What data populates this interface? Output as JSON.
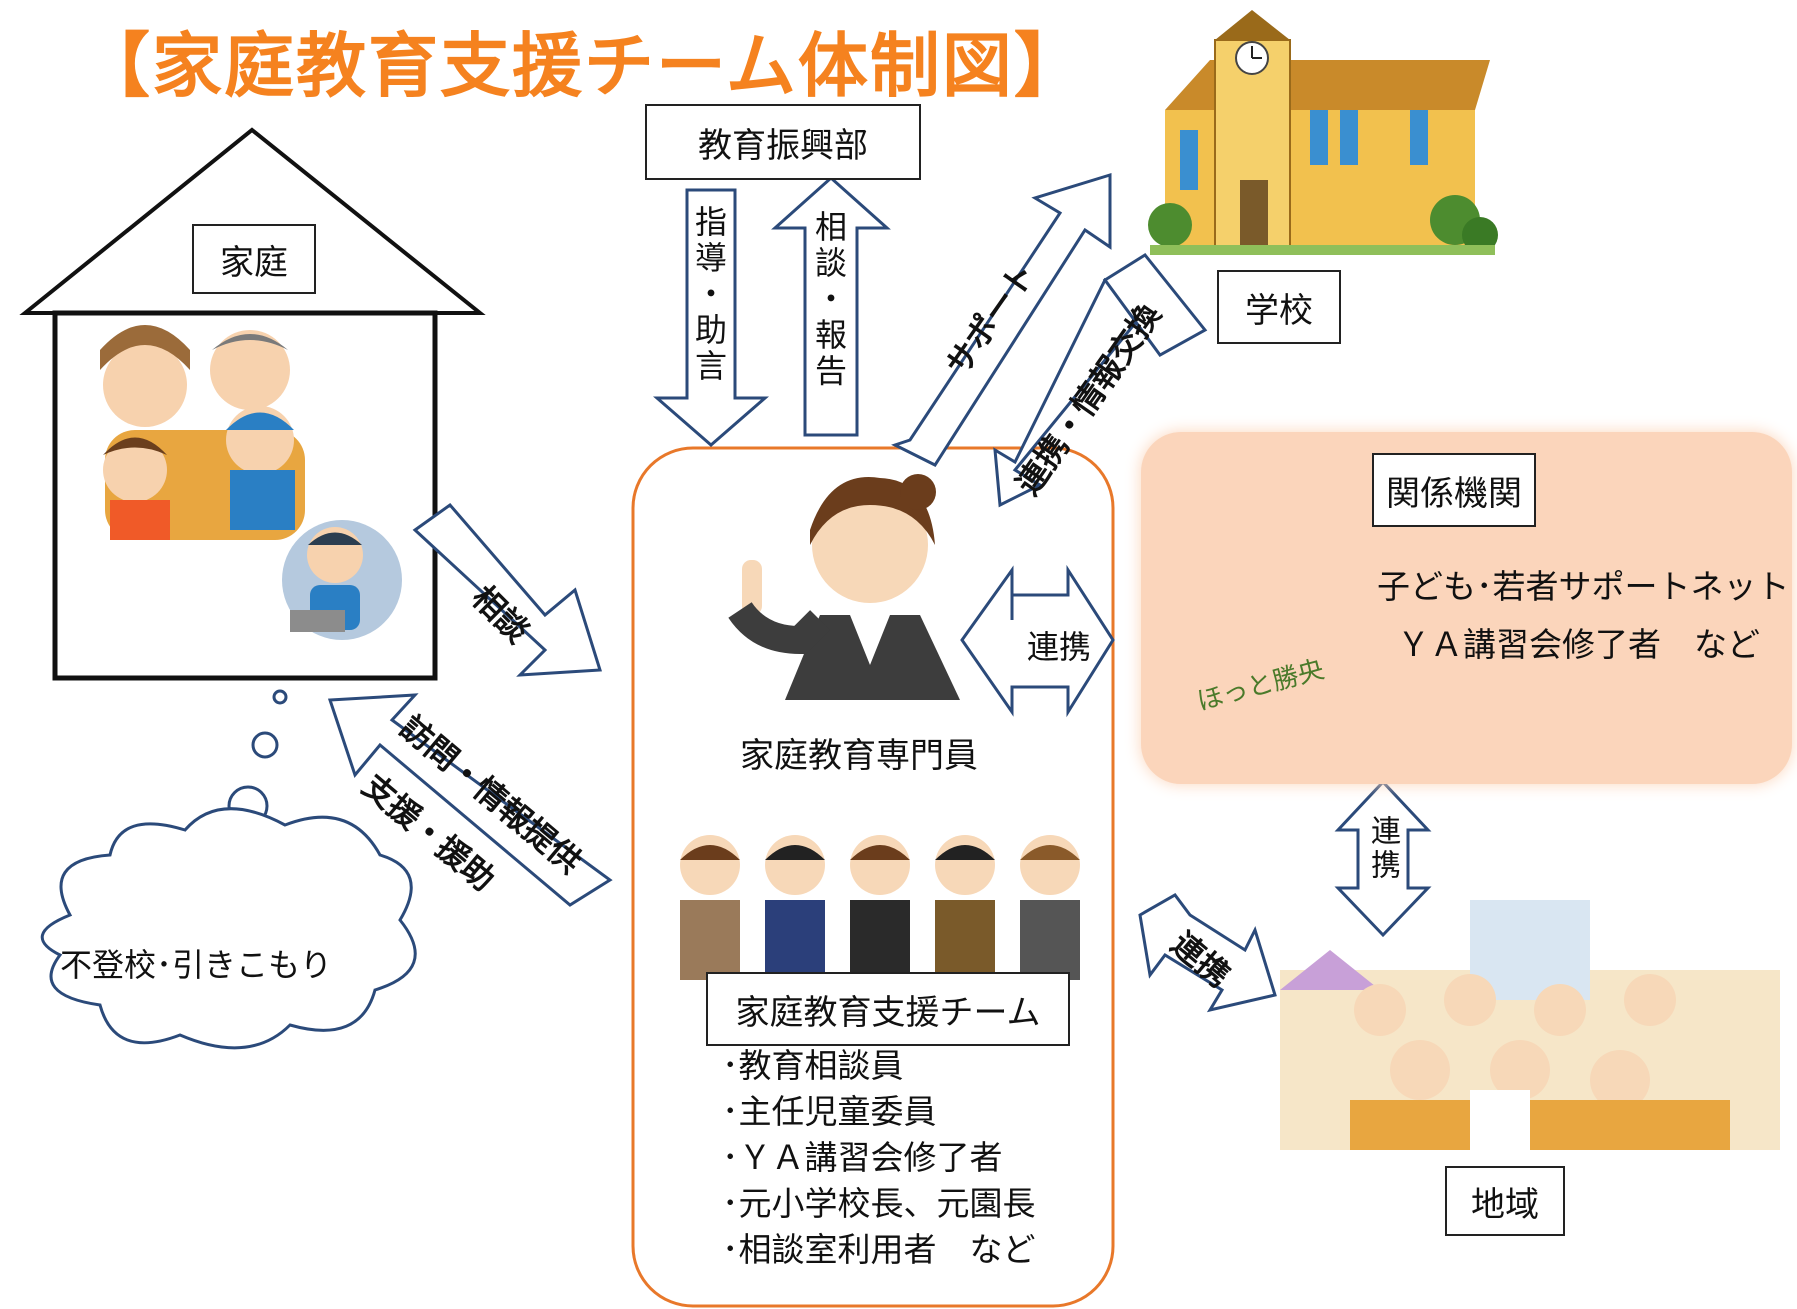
{
  "title": "【家庭教育支援チーム体制図】",
  "nodes": {
    "home": "家庭",
    "board": "教育振興部",
    "school": "学校",
    "agencies": "関係機関",
    "specialist": "家庭教育専門員",
    "team": "家庭教育支援チーム",
    "community": "地域",
    "worry": "不登校･引きこもり"
  },
  "arrows": {
    "board_down": "指導・助言",
    "board_up": "相談・報告",
    "support": "サポート",
    "school_exchange": "連携・情報交換",
    "home_consult": "相談",
    "visit_line1": "訪問・情報提供",
    "visit_line2": "支援・援助",
    "agency_link": "連携",
    "agency_community": "連携",
    "community_link": "連携"
  },
  "agency_members": {
    "line1": "子ども･若者サポートネット",
    "line2": "ＹＡ講習会修了者　など",
    "logo_text": "ほっと勝央"
  },
  "team_members": [
    "･教育相談員",
    "･主任児童委員",
    "･ＹＡ講習会修了者",
    "･元小学校長、元園長",
    "･相談室利用者　など"
  ],
  "colors": {
    "title": "#f5821f",
    "arrow_border": "#2b4a7a",
    "team_border": "#e8782a",
    "agency_panel": "#fbd5bb"
  }
}
